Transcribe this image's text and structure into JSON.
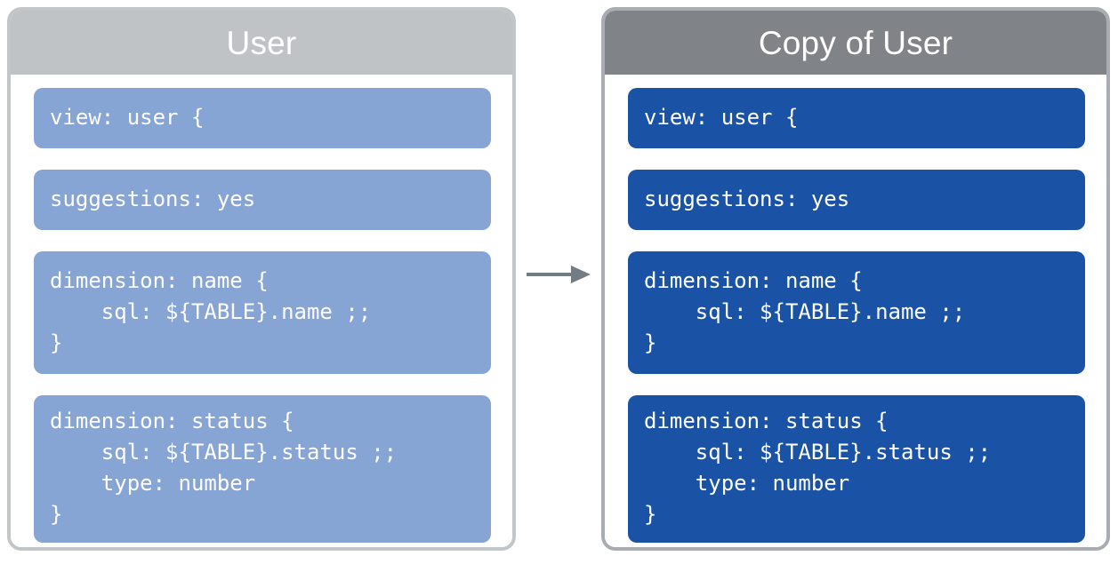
{
  "diagram": {
    "type": "before-after-copy",
    "arrow_label": "",
    "arrow_color": "#737b83"
  },
  "panels": [
    {
      "id": "source",
      "title": "User",
      "header_color": "#c0c3c6",
      "block_color": "#86a4d4",
      "border_color": "#c3c6c9",
      "blocks": [
        {
          "name": "view-declaration",
          "lines": [
            "view: user {"
          ]
        },
        {
          "name": "suggestions-parameter",
          "lines": [
            "suggestions: yes"
          ]
        },
        {
          "name": "dimension-name",
          "lines": [
            "dimension: name {",
            "    sql: ${TABLE}.name ;;",
            "}"
          ]
        },
        {
          "name": "dimension-status",
          "lines": [
            "dimension: status {",
            "    sql: ${TABLE}.status ;;",
            "    type: number",
            "}"
          ]
        }
      ]
    },
    {
      "id": "copy",
      "title": "Copy of User",
      "header_color": "#808488",
      "block_color": "#1a52a5",
      "border_color": "#a9adb1",
      "blocks": [
        {
          "name": "view-declaration",
          "lines": [
            "view: user {"
          ]
        },
        {
          "name": "suggestions-parameter",
          "lines": [
            "suggestions: yes"
          ]
        },
        {
          "name": "dimension-name",
          "lines": [
            "dimension: name {",
            "    sql: ${TABLE}.name ;;",
            "}"
          ]
        },
        {
          "name": "dimension-status",
          "lines": [
            "dimension: status {",
            "    sql: ${TABLE}.status ;;",
            "    type: number",
            "}"
          ]
        }
      ]
    }
  ]
}
